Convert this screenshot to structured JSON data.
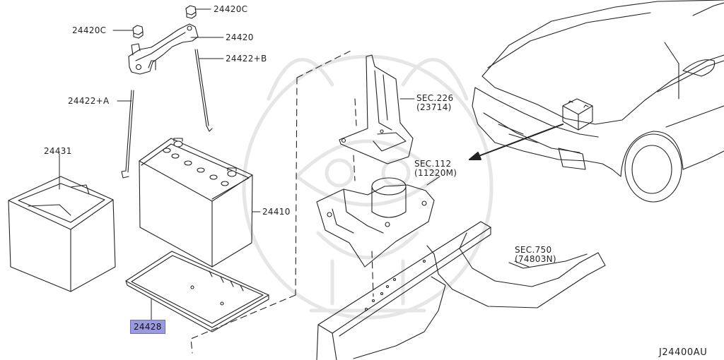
{
  "parts": {
    "p24420c_top": "24420C",
    "p24420c_left": "24420C",
    "p24420": "24420",
    "p24422b": "24422+B",
    "p24422a": "24422+A",
    "p24431": "24431",
    "p24410": "24410",
    "p24428": "24428"
  },
  "sections": {
    "sec226": {
      "line1": "SEC.226",
      "line2": "(23714)"
    },
    "sec112": {
      "line1": "SEC.112",
      "line2": "(11220M)"
    },
    "sec750": {
      "line1": "SEC.750",
      "line2": "(74803N)"
    }
  },
  "highlight": {
    "color": "#9a9ae0",
    "part": "24428"
  },
  "diagram_code": "J24400AU"
}
